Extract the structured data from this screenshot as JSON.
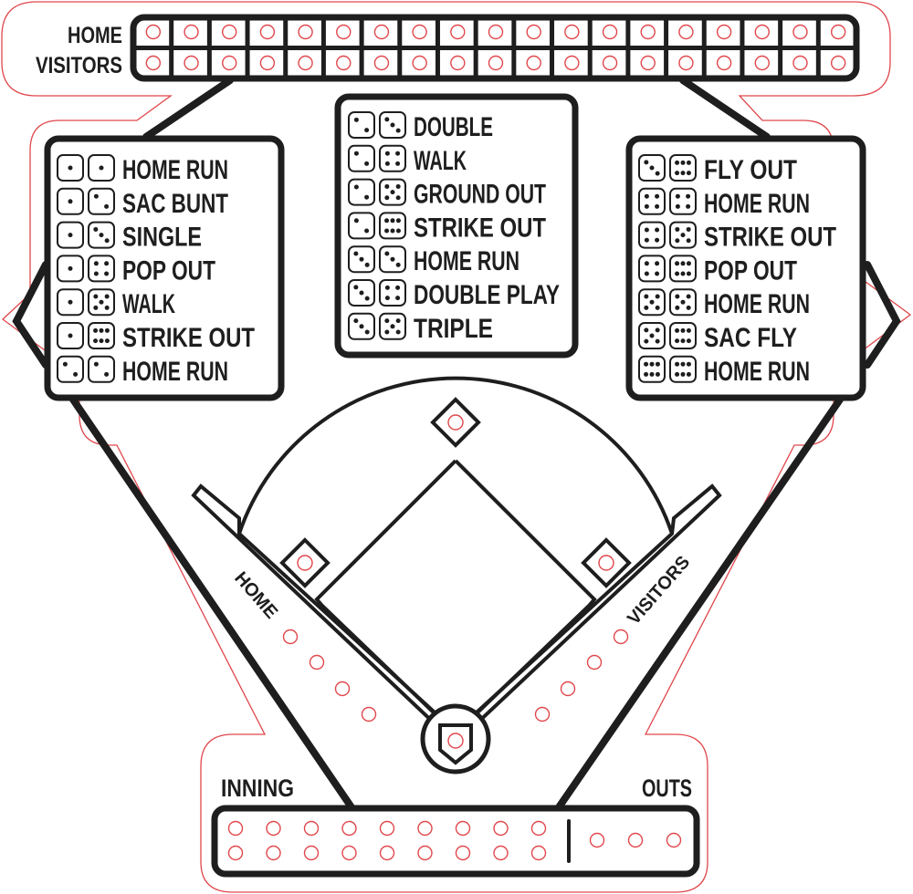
{
  "colors": {
    "ink": "#1e1e1e",
    "cut_line": "#e0474c",
    "peg_hole": "#e0474c",
    "background": "#ffffff"
  },
  "scoreboard": {
    "rows": [
      {
        "label": "HOME",
        "holes": 19
      },
      {
        "label": "VISITORS",
        "holes": 19
      }
    ],
    "columns": 19
  },
  "outcome_tables": {
    "left": [
      {
        "dice": [
          1,
          1
        ],
        "result": "HOME RUN"
      },
      {
        "dice": [
          1,
          2
        ],
        "result": "SAC BUNT"
      },
      {
        "dice": [
          1,
          3
        ],
        "result": "SINGLE"
      },
      {
        "dice": [
          1,
          4
        ],
        "result": "POP OUT"
      },
      {
        "dice": [
          1,
          5
        ],
        "result": "WALK"
      },
      {
        "dice": [
          1,
          6
        ],
        "result": "STRIKE OUT"
      },
      {
        "dice": [
          2,
          2
        ],
        "result": "HOME RUN"
      }
    ],
    "center": [
      {
        "dice": [
          2,
          3
        ],
        "result": "DOUBLE"
      },
      {
        "dice": [
          2,
          4
        ],
        "result": "WALK"
      },
      {
        "dice": [
          2,
          5
        ],
        "result": "GROUND OUT"
      },
      {
        "dice": [
          2,
          6
        ],
        "result": "STRIKE OUT"
      },
      {
        "dice": [
          3,
          3
        ],
        "result": "HOME RUN"
      },
      {
        "dice": [
          3,
          4
        ],
        "result": "DOUBLE PLAY"
      },
      {
        "dice": [
          3,
          5
        ],
        "result": "TRIPLE"
      }
    ],
    "right": [
      {
        "dice": [
          3,
          6
        ],
        "result": "FLY OUT"
      },
      {
        "dice": [
          4,
          4
        ],
        "result": "HOME RUN"
      },
      {
        "dice": [
          4,
          5
        ],
        "result": "STRIKE OUT"
      },
      {
        "dice": [
          4,
          6
        ],
        "result": "POP OUT"
      },
      {
        "dice": [
          5,
          5
        ],
        "result": "HOME RUN"
      },
      {
        "dice": [
          5,
          6
        ],
        "result": "SAC FLY"
      },
      {
        "dice": [
          6,
          6
        ],
        "result": "HOME RUN"
      }
    ]
  },
  "field": {
    "bases": [
      "first-base",
      "second-base",
      "third-base",
      "home-plate"
    ],
    "home_side_label": "HOME",
    "visitors_side_label": "VISITORS",
    "home_runs_pegs": 4,
    "visitors_runs_pegs": 4
  },
  "bottom_panel": {
    "inning_label": "INNING",
    "outs_label": "OUTS",
    "inning_columns": 9,
    "inning_rows": 2,
    "outs_pegs": 3
  }
}
